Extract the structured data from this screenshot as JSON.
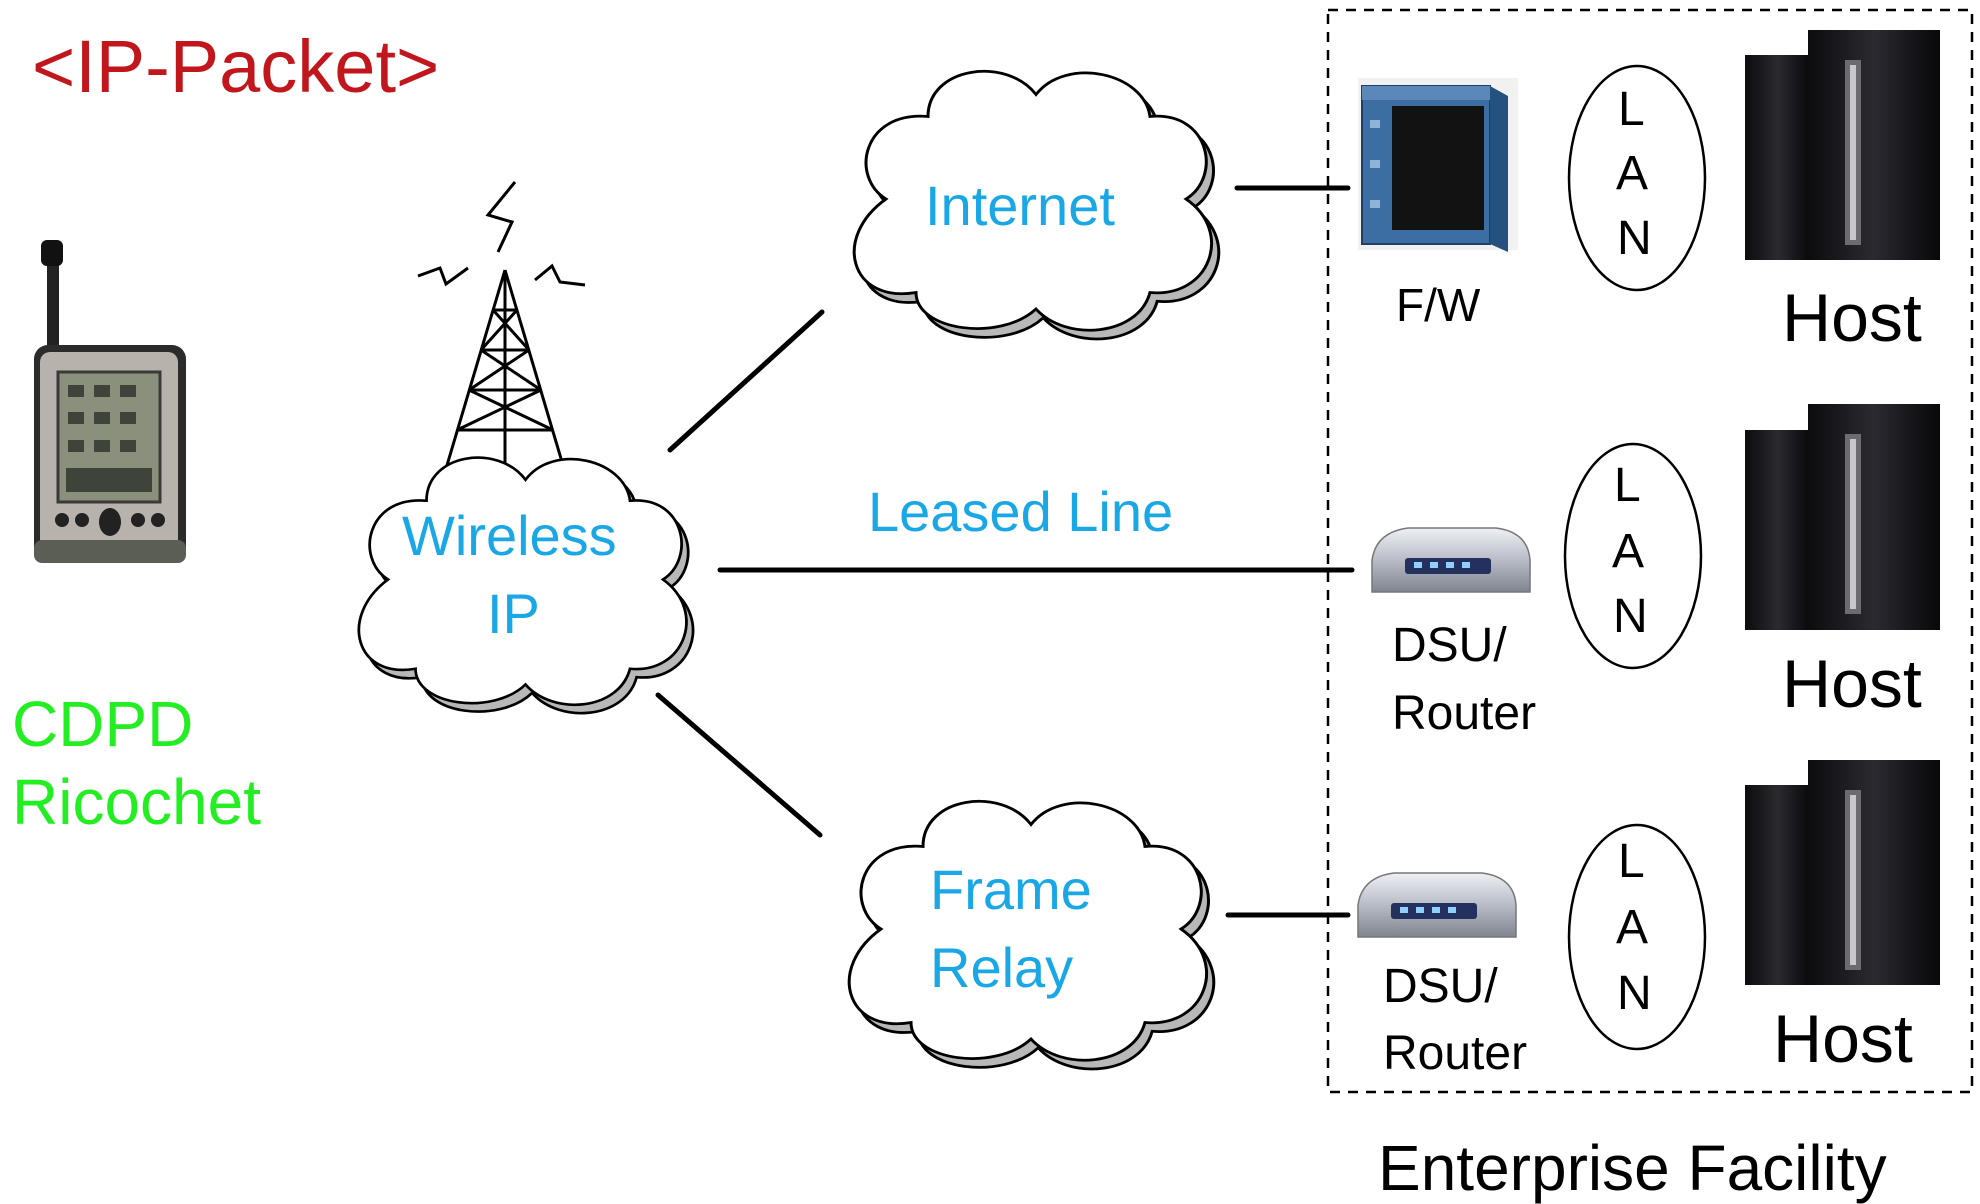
{
  "title": "<IP-Packet>",
  "device_label_line1": "CDPD",
  "device_label_line2": "Ricochet",
  "clouds": {
    "wireless_line1": "Wireless",
    "wireless_line2": "IP",
    "internet": "Internet",
    "frame_line1": "Frame",
    "frame_line2": "Relay"
  },
  "leased_line": "Leased Line",
  "rows": [
    {
      "device_line1": "F/W",
      "device_line2": "",
      "lan": [
        "L",
        "A",
        "N"
      ],
      "host": "Host"
    },
    {
      "device_line1": "DSU/",
      "device_line2": "Router",
      "lan": [
        "L",
        "A",
        "N"
      ],
      "host": "Host"
    },
    {
      "device_line1": "DSU/",
      "device_line2": "Router",
      "lan": [
        "L",
        "A",
        "N"
      ],
      "host": "Host"
    }
  ],
  "facility_label": "Enterprise Facility",
  "colors": {
    "title": "#c0161c",
    "device_label": "#22ee22",
    "network_label": "#1aa7e6"
  }
}
